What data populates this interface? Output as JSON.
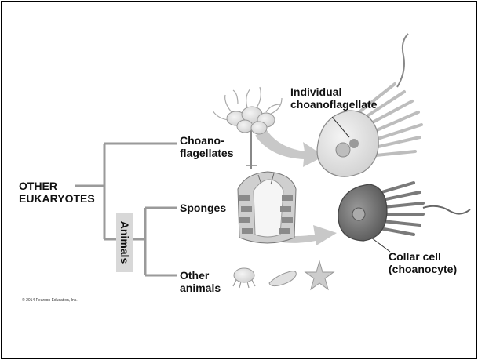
{
  "root_label": [
    "OTHER",
    "EUKARYOTES"
  ],
  "clade_label": "Animals",
  "branches": {
    "choanoflagellates": [
      "Choano-",
      "flagellates"
    ],
    "sponges": "Sponges",
    "other_animals": [
      "Other",
      "animals"
    ]
  },
  "callouts": {
    "individual": [
      "Individual",
      "choanoflagellate"
    ],
    "collar_cell": [
      "Collar cell",
      "(choanocyte)"
    ]
  },
  "copyright": "© 2014 Pearson Education, Inc.",
  "colors": {
    "tree_line": "#9a9a9a",
    "arrow": "#c8c8c8",
    "clade_box": "#d8d8d8",
    "cell_light": "#e6e6e6",
    "cell_dark": "#6a6a6a"
  }
}
